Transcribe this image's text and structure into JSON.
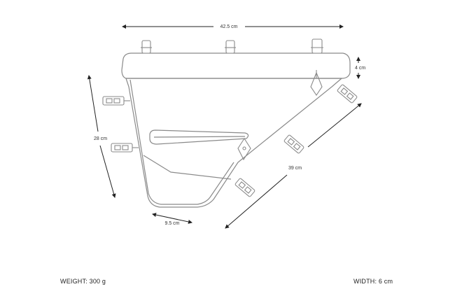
{
  "dimensions": {
    "top_length": "42.5 cm",
    "side_height": "28 cm",
    "diagonal_length": "39 cm",
    "end_height": "4 cm",
    "bottom_width": "9.5 cm"
  },
  "specs": {
    "weight_label": "WEIGHT:",
    "weight_value": "300 g",
    "width_label": "WIDTH:",
    "width_value": "6 cm"
  },
  "colors": {
    "outline": "#8a8a8a",
    "dimension_line": "#222222"
  }
}
